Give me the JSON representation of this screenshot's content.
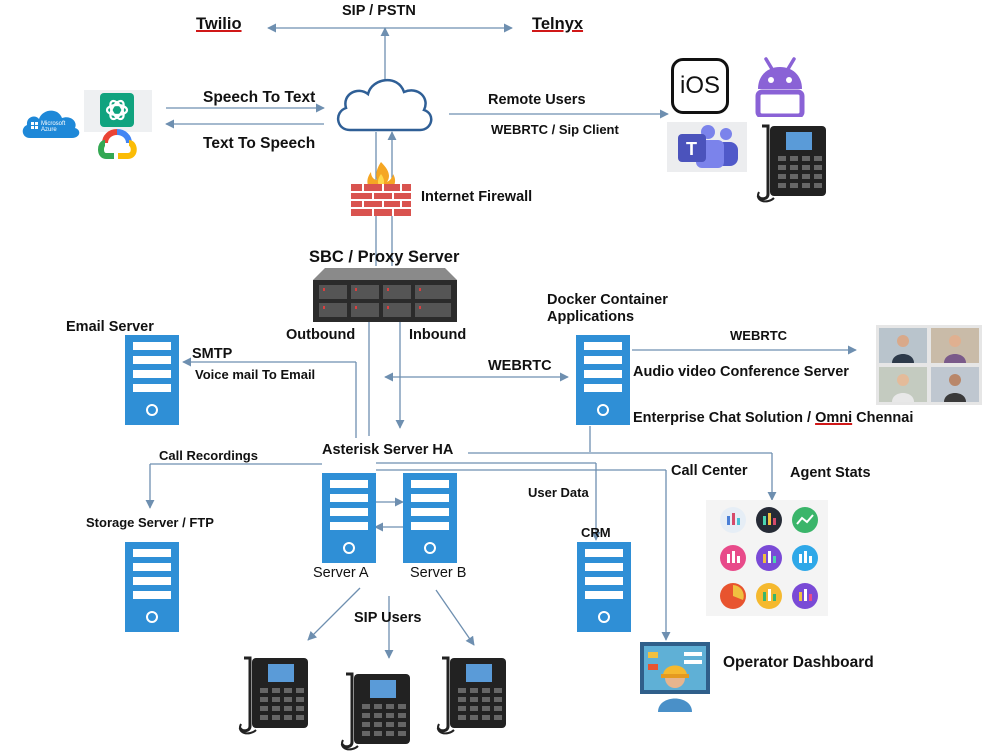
{
  "labels": {
    "twilio": "Twilio",
    "sip_pstn": "SIP / PSTN",
    "telnyx": "Telnyx",
    "speech_to_text": "Speech To Text",
    "text_to_speech": "Text To Speech",
    "remote_users": "Remote Users",
    "webrtc_sip_client": "WEBRTC / Sip Client",
    "internet_firewall": "Internet Firewall",
    "sbc_proxy": "SBC / Proxy Server",
    "email_server": "Email Server",
    "outbound": "Outbound",
    "inbound": "Inbound",
    "docker_line1": "Docker Container",
    "docker_line2": "Applications",
    "webrtc_top": "WEBRTC",
    "smtp": "SMTP",
    "voice_mail": "Voice mail To Email",
    "webrtc_mid": "WEBRTC",
    "av_conference": "Audio video Conference Server",
    "enterprise_chat_prefix": "Enterprise Chat Solution / ",
    "enterprise_chat_omni": "Omni",
    "enterprise_chat_suffix": " Chennai",
    "call_recordings": "Call Recordings",
    "asterisk": "Asterisk Server HA",
    "call_center": "Call Center",
    "agent_stats": "Agent Stats",
    "user_data": "User Data",
    "storage": "Storage Server / FTP",
    "crm": "CRM",
    "server_a": "Server A",
    "server_b": "Server B",
    "sip_users": "SIP Users",
    "operator_dashboard": "Operator Dashboard"
  },
  "logos": {
    "azure_text_1": "Microsoft",
    "azure_text_2": "Azure",
    "ios_text": "iOS",
    "teams_letter": "T"
  },
  "colors": {
    "line": "#6e8fb0",
    "server_blue": "#2f8fd6",
    "cloud_stroke": "#2f5f96",
    "firewall_red": "#d9534f",
    "twilio_underline": "#d01818"
  }
}
